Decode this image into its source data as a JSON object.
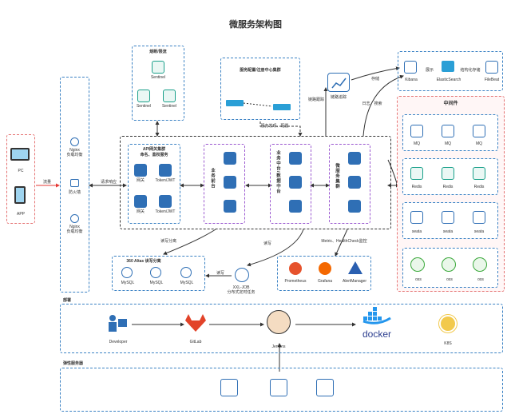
{
  "title": "微服务架构图",
  "clients": {
    "pc": "PC",
    "app": "APP",
    "flow": "流量"
  },
  "gateway": {
    "nginx1": "Nginx\n负载均衡",
    "firewall": "防火墙",
    "nginx2": "Nginx\n负载均衡",
    "request": "请求响应"
  },
  "sentinel": {
    "title": "熔断/限流",
    "items": [
      "Sentinel",
      "Sentinel",
      "Sentinel"
    ]
  },
  "config_center": {
    "title": "服务配置/注册中心集群",
    "discovery": "服务发现、配置"
  },
  "tracing": {
    "label": "链路追踪",
    "track": "链路跟踪"
  },
  "logging": {
    "kibana": "Kibana",
    "display": "展示",
    "es": "ElasticSearch",
    "store": "结构化存储",
    "filebeat": "FileBeat",
    "log": "日志、搜索",
    "storage": "存储",
    "collect": "日志"
  },
  "api_gateway": {
    "title": "API网关集群",
    "subtitle": "命名、鉴权服务",
    "items": [
      "网关",
      "Token/JWT",
      "网关",
      "Token/JWT"
    ]
  },
  "business": {
    "fore": "业务前台",
    "middle": "业务中台/数据中台",
    "cluster": "微服务集群"
  },
  "middleware": {
    "title": "中间件",
    "mq": [
      "MQ",
      "MQ",
      "MQ"
    ],
    "redis": [
      "Redis",
      "Redis",
      "Redis"
    ],
    "seata": [
      "seata",
      "seata",
      "seata"
    ],
    "oss": [
      "oss",
      "oss",
      "oss"
    ]
  },
  "mysql": {
    "title": "360 Altas 读写分离",
    "items": [
      "MySQL",
      "MySQL",
      "MySQL"
    ],
    "rw1": "读写分离",
    "rw2": "读写"
  },
  "xxljob": {
    "name": "XXL-JOB",
    "desc": "分布式定时任务",
    "read": "读写"
  },
  "monitor": {
    "label": "Metric、HealthCheck监控",
    "items": [
      "Prometheus",
      "Grafana",
      "AlertManager"
    ]
  },
  "deploy": {
    "title": "部署",
    "items": [
      "Developer",
      "GitLab",
      "Jenkins",
      "docker",
      "K8S"
    ]
  },
  "elastic": {
    "title": "弹性服务器"
  }
}
